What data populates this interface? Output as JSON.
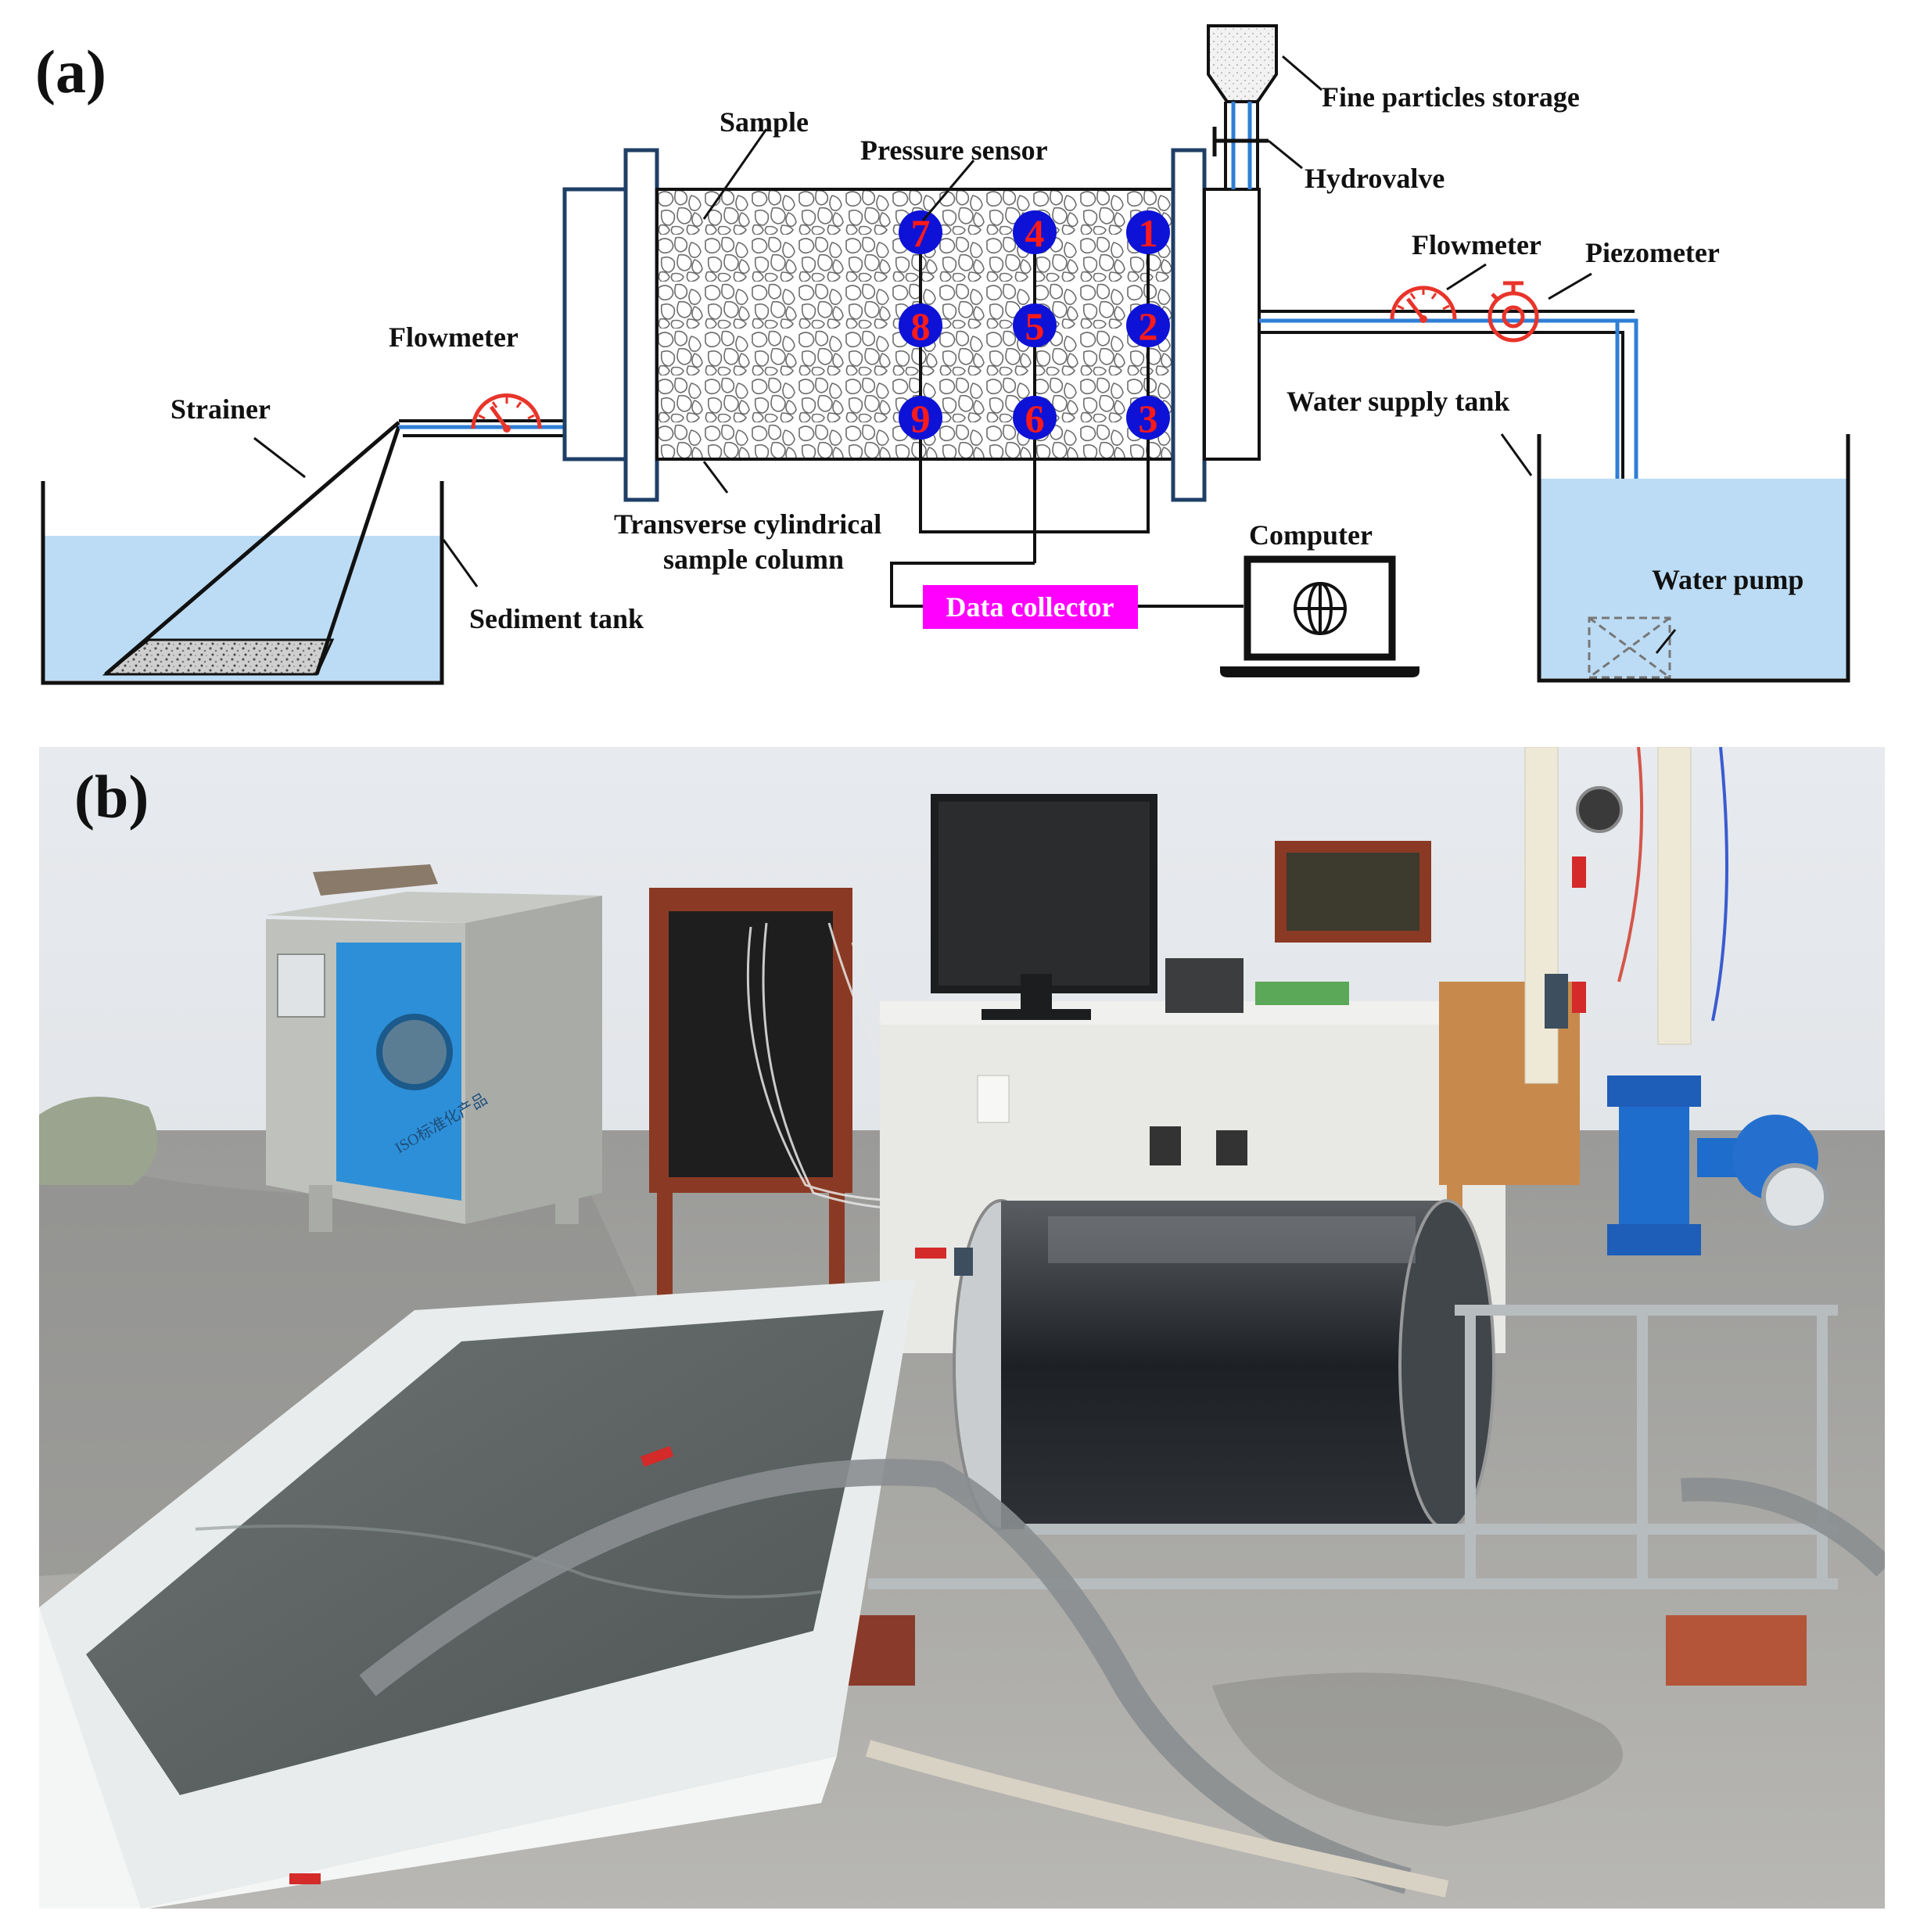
{
  "panel_a": {
    "tag": "(a)",
    "labels": {
      "fine_particles_storage": "Fine particles storage",
      "hydrovalve": "Hydrovalve",
      "sample": "Sample",
      "pressure_sensor": "Pressure sensor",
      "flowmeter_right": "Flowmeter",
      "piezometer": "Piezometer",
      "flowmeter_left": "Flowmeter",
      "strainer": "Strainer",
      "water_supply_tank": "Water supply tank",
      "column_line1": "Transverse cylindrical",
      "column_line2": "sample column",
      "sediment_tank": "Sediment tank",
      "computer": "Computer",
      "data_collector": "Data collector",
      "water_pump": "Water pump"
    },
    "sensors": [
      "1",
      "2",
      "3",
      "4",
      "5",
      "6",
      "7",
      "8",
      "9"
    ],
    "colors": {
      "water": "#bcdcf5",
      "pipe": "#2f7fd6",
      "sensor_fill": "#0d12d6",
      "sensor_text": "#ff1a1a",
      "data_collector": "#ff00ff",
      "gauge": "#e8342a"
    }
  },
  "panel_b": {
    "tag": "(b)",
    "oven_label": "ISO标准化产品"
  }
}
